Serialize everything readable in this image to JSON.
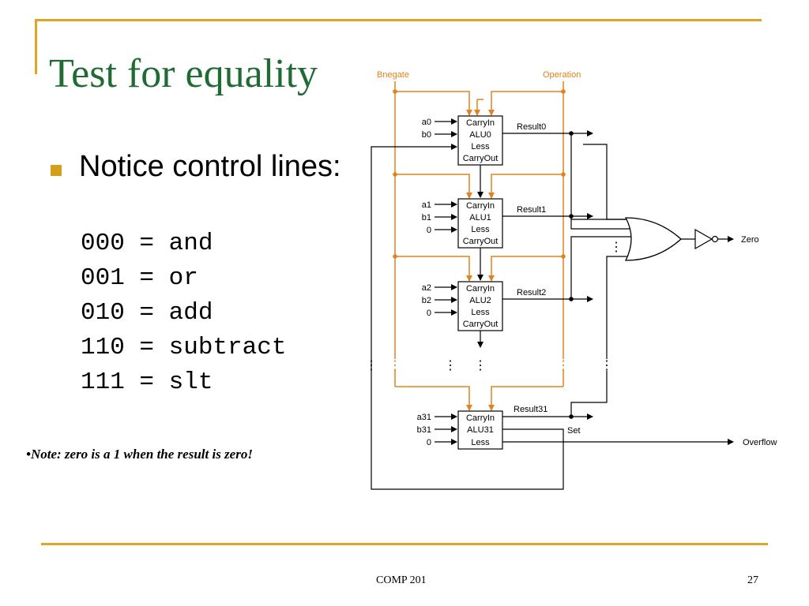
{
  "slide": {
    "title": "Test for equality",
    "bullet": "Notice control lines:",
    "codes": [
      "000 = and",
      "001 = or",
      "010 = add",
      "110 = subtract",
      "111 = slt"
    ],
    "note": "•Note:  zero is a 1 when the result is zero!",
    "footer": "COMP 201",
    "page_number": "27"
  },
  "diagram": {
    "colors": {
      "control": "#e2821e",
      "wire": "#000000"
    },
    "control_labels": {
      "bnegate": "Bnegate",
      "operation": "Operation"
    },
    "alus": [
      {
        "inputs": [
          "a0",
          "b0"
        ],
        "ports": [
          "CarryIn",
          "ALU0",
          "Less",
          "CarryOut"
        ],
        "result": "Result0"
      },
      {
        "inputs": [
          "a1",
          "b1",
          "0"
        ],
        "ports": [
          "CarryIn",
          "ALU1",
          "Less",
          "CarryOut"
        ],
        "result": "Result1"
      },
      {
        "inputs": [
          "a2",
          "b2",
          "0"
        ],
        "ports": [
          "CarryIn",
          "ALU2",
          "Less",
          "CarryOut"
        ],
        "result": "Result2"
      },
      {
        "inputs": [
          "a31",
          "b31",
          "0"
        ],
        "ports": [
          "CarryIn",
          "ALU31",
          "Less"
        ],
        "result": "Result31"
      }
    ],
    "outputs": {
      "zero": "Zero",
      "set": "Set",
      "overflow": "Overflow"
    }
  }
}
